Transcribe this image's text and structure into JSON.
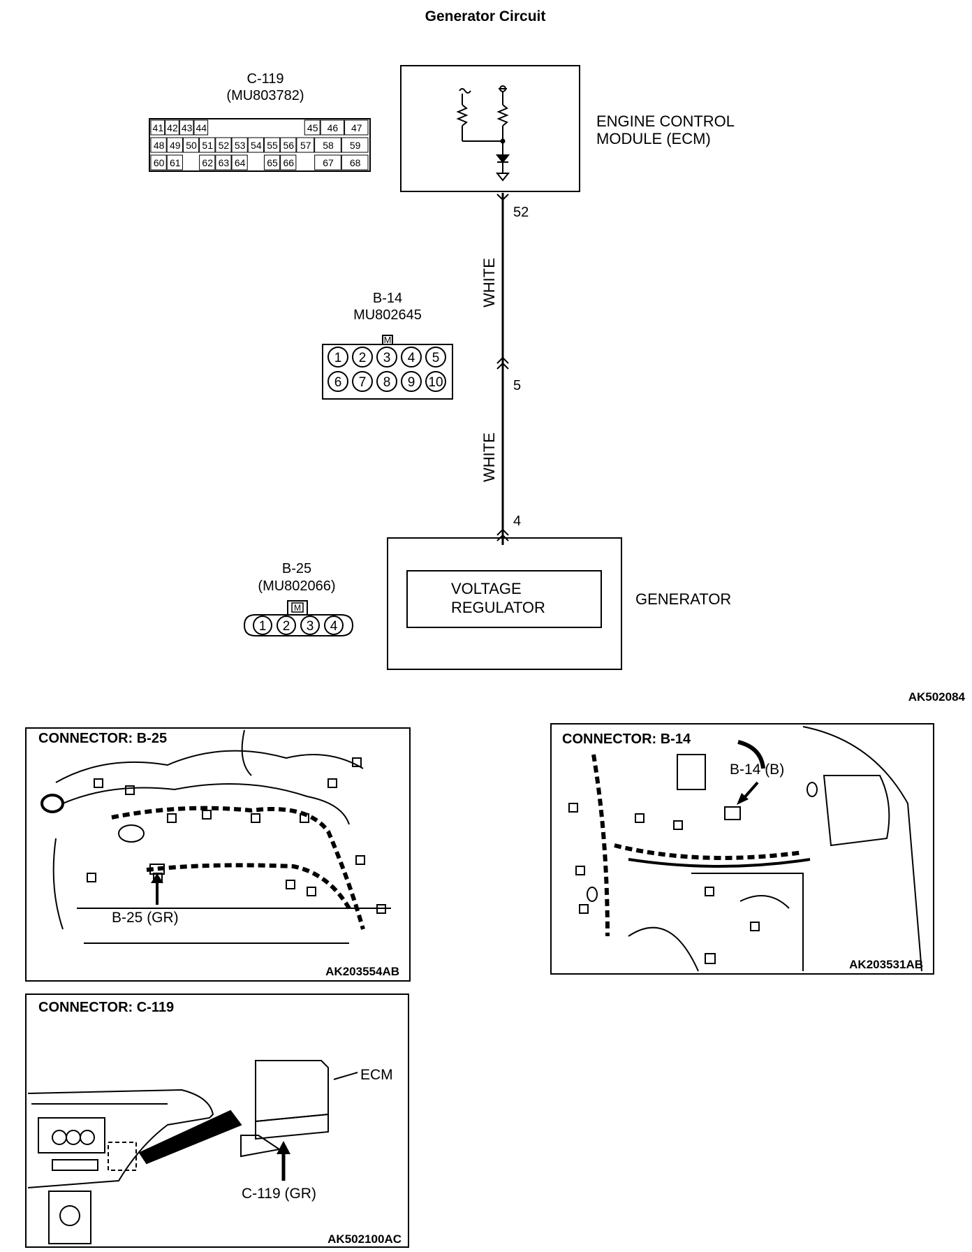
{
  "title": "Generator Circuit",
  "c119": {
    "id": "C-119",
    "part": "(MU803782)",
    "rows": [
      [
        "41",
        "42",
        "43",
        "44",
        "",
        "",
        "",
        "45",
        "46",
        "47"
      ],
      [
        "48",
        "49",
        "50",
        "51",
        "52",
        "53",
        "54",
        "55",
        "56",
        "57",
        "58",
        "59"
      ],
      [
        "60",
        "61",
        "",
        "62",
        "63",
        "64",
        "",
        "65",
        "66",
        "",
        "67",
        "68"
      ]
    ]
  },
  "ecm": {
    "line1": "ENGINE CONTROL",
    "line2": "MODULE (ECM)",
    "pin": "52"
  },
  "wire1_color": "WHITE",
  "b14": {
    "id": "B-14",
    "part": "MU802645",
    "key": "M",
    "pins_top": [
      "1",
      "2",
      "3",
      "4",
      "5"
    ],
    "pins_bottom": [
      "6",
      "7",
      "8",
      "9",
      "10"
    ],
    "pin": "5"
  },
  "wire2_color": "WHITE",
  "generator": {
    "pin": "4",
    "regulator_line1": "VOLTAGE",
    "regulator_line2": "REGULATOR",
    "label": "GENERATOR"
  },
  "b25": {
    "id": "B-25",
    "part": "(MU802066)",
    "key": "M",
    "pins": [
      "1",
      "2",
      "3",
      "4"
    ]
  },
  "diagram_code": "AK502084",
  "photo_b25": {
    "title": "CONNECTOR: B-25",
    "callout": "B-25 (GR)",
    "code": "AK203554AB"
  },
  "photo_b14": {
    "title": "CONNECTOR: B-14",
    "callout": "B-14 (B)",
    "code": "AK203531AB"
  },
  "photo_c119": {
    "title": "CONNECTOR: C-119",
    "callout_ecm": "ECM",
    "callout": "C-119 (GR)",
    "code": "AK502100AC"
  }
}
